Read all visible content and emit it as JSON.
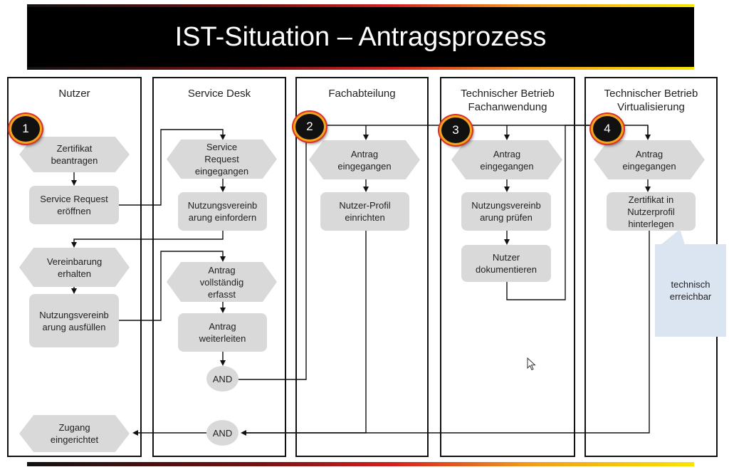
{
  "title": "IST-Situation – Antragsprozess",
  "lanes": [
    {
      "title": "Nutzer"
    },
    {
      "title": "Service Desk"
    },
    {
      "title": "Fachabteilung"
    },
    {
      "title": "Technischer Betrieb\nFachanwendung"
    },
    {
      "title": "Technischer Betrieb\nVirtualisierung"
    }
  ],
  "badges": [
    "1",
    "2",
    "3",
    "4"
  ],
  "nodes": {
    "zertifikat_beantragen": "Zertifikat\nbeantragen",
    "service_request_eroeffnen": "Service Request\neröffnen",
    "vereinbarung_erhalten": "Vereinbarung\nerhalten",
    "nutzungsvereinbarung_ausfuellen": "Nutzungsvereinb\narung ausfüllen",
    "zugang_eingerichtet": "Zugang\neingerichtet",
    "service_request_eingegangen": "Service\nRequest\neingegangen",
    "nutzungsvereinbarung_einfordern": "Nutzungsvereinb\narung einfordern",
    "antrag_vollstaendig": "Antrag\nvollständig\nerfasst",
    "antrag_weiterleiten": "Antrag\nweiterleiten",
    "and_1": "AND",
    "and_2": "AND",
    "fa_antrag_eingegangen": "Antrag\neingegangen",
    "nutzer_profil_einrichten": "Nutzer-Profil\neinrichten",
    "tbf_antrag_eingegangen": "Antrag\neingegangen",
    "nutzungsvereinbarung_pruefen": "Nutzungsvereinb\narung prüfen",
    "nutzer_dokumentieren": "Nutzer\ndokumentieren",
    "tbv_antrag_eingegangen": "Antrag\neingegangen",
    "zertifikat_hinterlegen": "Zertifikat in\nNutzerprofil\nhinterlegen"
  },
  "note": "technisch\nerreichbar"
}
